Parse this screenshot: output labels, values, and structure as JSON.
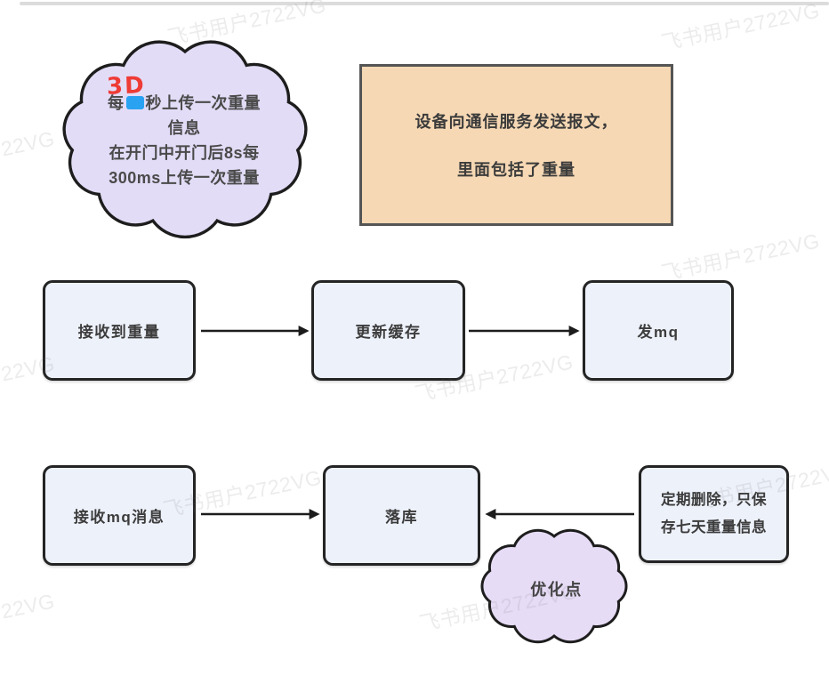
{
  "watermark": {
    "text": "飞书用户2722VG"
  },
  "top_cloud": {
    "annotation": "3D",
    "line1_before": "每",
    "line1_after": "秒上传一次重量",
    "line2": "信息",
    "line3": "在开门中开门后8s每",
    "line4": "300ms上传一次重量"
  },
  "message_note": {
    "line1": "设备向通信服务发送报文，",
    "line2": "里面包括了重量"
  },
  "flow_receive": {
    "step1": "接收到重量",
    "step2": "更新缓存",
    "step3": "发mq"
  },
  "flow_store": {
    "step1": "接收mq消息",
    "step2": "落库",
    "cleanup_line1": "定期删除，只保",
    "cleanup_line2": "存七天重量信息"
  },
  "optimization_cloud": {
    "label": "优化点"
  },
  "colors": {
    "cloud_fill": "#e3dcf7",
    "optimization_cloud_fill": "#e7dcf6",
    "process_box_fill": "#edf1fa",
    "note_box_fill": "#f6d8b4",
    "outline": "#1d1d1d",
    "annotation_red": "#ee3b35",
    "redaction_blue": "#29a2f1"
  }
}
